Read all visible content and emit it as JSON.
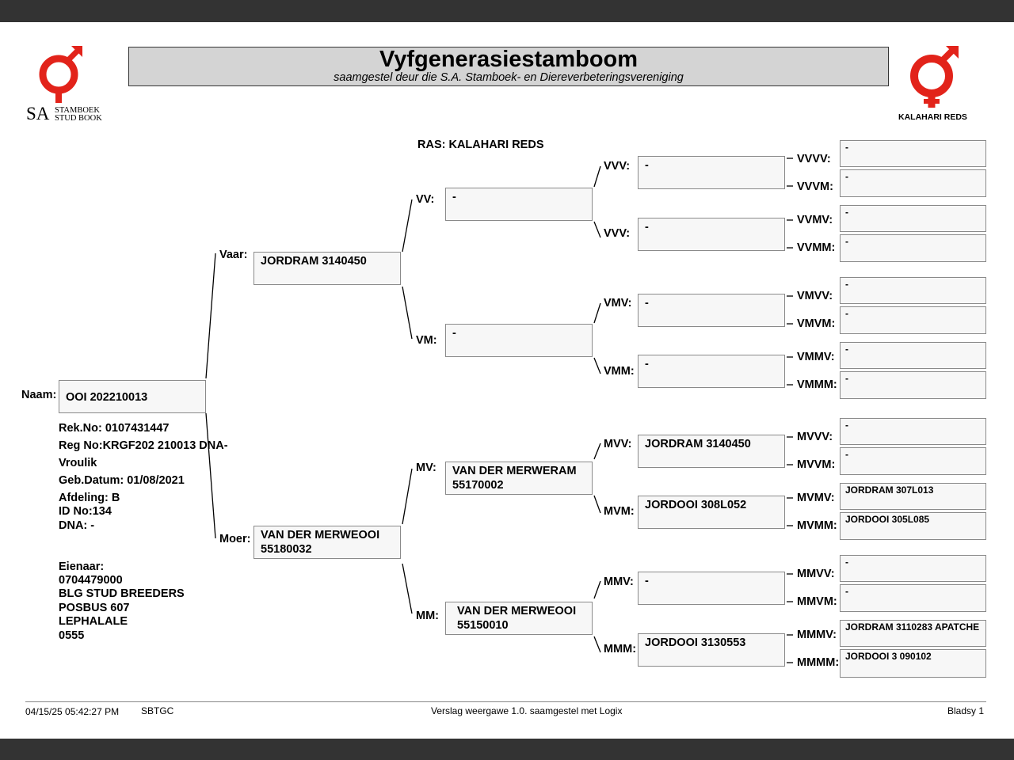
{
  "document": {
    "title": "Vyfgenerasiestamboom",
    "subtitle": "saamgestel deur die S.A. Stamboek- en Diereverbeteringsvereniging",
    "breed_line": "RAS: KALAHARI REDS"
  },
  "logos": {
    "left": {
      "word1": "SA",
      "word2": "STAMBOEK",
      "word3": "STUD BOOK",
      "color": "#e2231a"
    },
    "right": {
      "text": "KALAHARI REDS",
      "color": "#e2231a"
    }
  },
  "animal": {
    "naam_label": "Naam:",
    "naam": "OOI 202210013",
    "rek_no": "Rek.No: 0107431447",
    "reg_no": "Reg No:KRGF202 210013 DNA-",
    "sex": "Vroulik",
    "birth": "Geb.Datum: 01/08/2021",
    "afdeling": "Afdeling: B",
    "id_no": "ID No:134",
    "dna": "DNA: -"
  },
  "owner": {
    "label": "Eienaar:",
    "number": "0704479000",
    "name": "BLG STUD BREEDERS",
    "address1": "POSBUS 607",
    "address2": "LEPHALALE",
    "postcode": "0555"
  },
  "pedigree": {
    "gen1": {
      "vaar": {
        "label": "Vaar:",
        "line1": "JORDRAM  3140450",
        "line2": ""
      },
      "moer": {
        "label": "Moer:",
        "line1": "VAN DER MERWEOOI",
        "line2": "55180032"
      }
    },
    "gen2": {
      "vv": {
        "label": "VV:",
        "line1": "-",
        "line2": ""
      },
      "vm": {
        "label": "VM:",
        "line1": "-",
        "line2": ""
      },
      "mv": {
        "label": "MV:",
        "line1": "VAN DER MERWERAM",
        "line2": "55170002"
      },
      "mm": {
        "label": "MM:",
        "line1": "VAN DER MERWEOOI",
        "line2": "55150010"
      }
    },
    "gen3": {
      "vvv1": {
        "label": "VVV:",
        "value": "-"
      },
      "vvv2": {
        "label": "VVV:",
        "value": "-"
      },
      "vmv": {
        "label": "VMV:",
        "value": "-"
      },
      "vmm": {
        "label": "VMM:",
        "value": "-"
      },
      "mvv": {
        "label": "MVV:",
        "value": "JORDRAM  3140450"
      },
      "mvm": {
        "label": "MVM:",
        "value": "JORDOOI 308L052"
      },
      "mmv": {
        "label": "MMV:",
        "value": "-"
      },
      "mmm": {
        "label": "MMM:",
        "value": "JORDOOI 3130553"
      }
    },
    "gen4": {
      "vvvv": {
        "label": "VVVV:",
        "value": "-"
      },
      "vvvm": {
        "label": "VVVM:",
        "value": "-"
      },
      "vvmv": {
        "label": "VVMV:",
        "value": "-"
      },
      "vvmm": {
        "label": "VVMM:",
        "value": "-"
      },
      "vmvv": {
        "label": "VMVV:",
        "value": "-"
      },
      "vmvm": {
        "label": "VMVM:",
        "value": "-"
      },
      "vmmv": {
        "label": "VMMV:",
        "value": "-"
      },
      "vmmm": {
        "label": "VMMM:",
        "value": "-"
      },
      "mvvv": {
        "label": "MVVV:",
        "value": "-"
      },
      "mvvm": {
        "label": "MVVM:",
        "value": "-"
      },
      "mvmv": {
        "label": "MVMV:",
        "value": "JORDRAM 307L013"
      },
      "mvmm": {
        "label": "MVMM:",
        "value": "JORDOOI 305L085"
      },
      "mmvv": {
        "label": "MMVV:",
        "value": "-"
      },
      "mmvm": {
        "label": "MMVM:",
        "value": "-"
      },
      "mmmv": {
        "label": "MMMV:",
        "value": "JORDRAM 3110283 APATCHE"
      },
      "mmmm": {
        "label": "MMMM:",
        "value": "JORDOOI 3 090102"
      }
    }
  },
  "footer": {
    "datetime": "04/15/25 05:42:27 PM",
    "code": "SBTGC",
    "report": "Verslag weergawe 1.0. saamgestel met Logix",
    "page": "Bladsy 1"
  }
}
